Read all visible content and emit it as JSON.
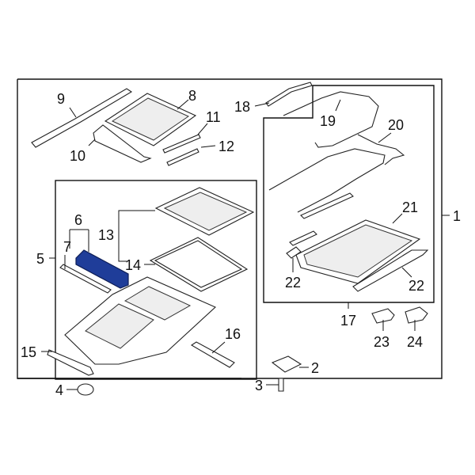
{
  "diagram": {
    "callouts": [
      "1",
      "2",
      "3",
      "4",
      "5",
      "6",
      "7",
      "8",
      "9",
      "10",
      "11",
      "12",
      "13",
      "14",
      "15",
      "16",
      "17",
      "18",
      "19",
      "20",
      "21",
      "22",
      "22",
      "23",
      "24"
    ],
    "highlight_color": "#1f3d99"
  }
}
